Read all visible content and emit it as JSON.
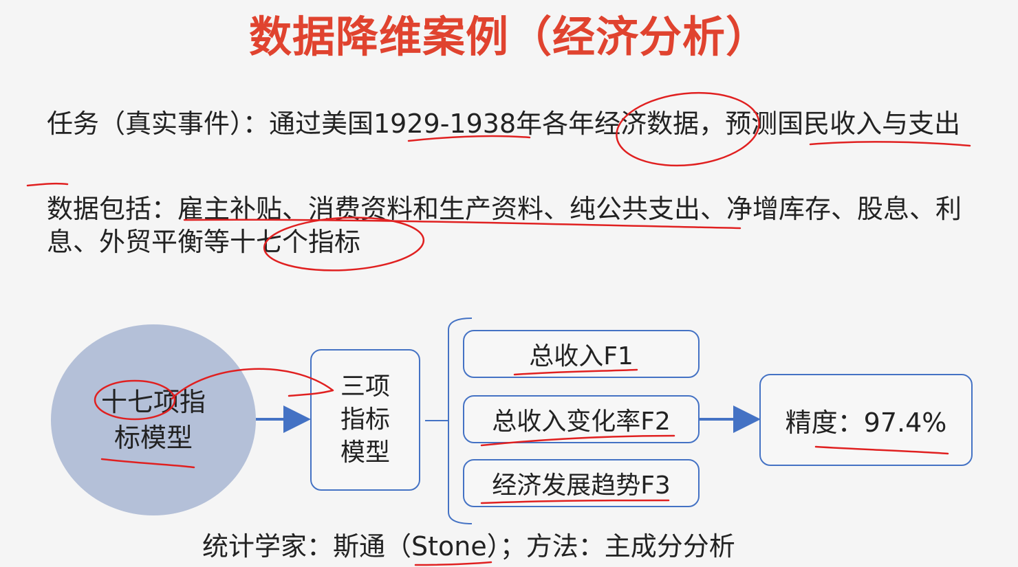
{
  "slide": {
    "title": "数据降维案例（经济分析）",
    "task_text": "任务（真实事件）：通过美国1929-1938年各年经济数据，预测国民收入与支出",
    "data_text": "数据包括：雇主补贴、消费资料和生产资料、纯公共支出、净增库存、股息、利息、外贸平衡等十七个指标"
  },
  "diagram": {
    "source_node": "十七项指标模型",
    "model_node": "三项指标模型",
    "factors": [
      "总收入F1",
      "总收入变化率F2",
      "经济发展趋势F3"
    ],
    "accuracy": "精度：97.4%"
  },
  "footer": "统计学家：斯通（Stone）；方法：主成分分析",
  "colors": {
    "title": "#e0432f",
    "box_border": "#4472c4",
    "arrow": "#4472c4",
    "circle_fill": "#b4c0d8",
    "annotation": "#e02020"
  }
}
